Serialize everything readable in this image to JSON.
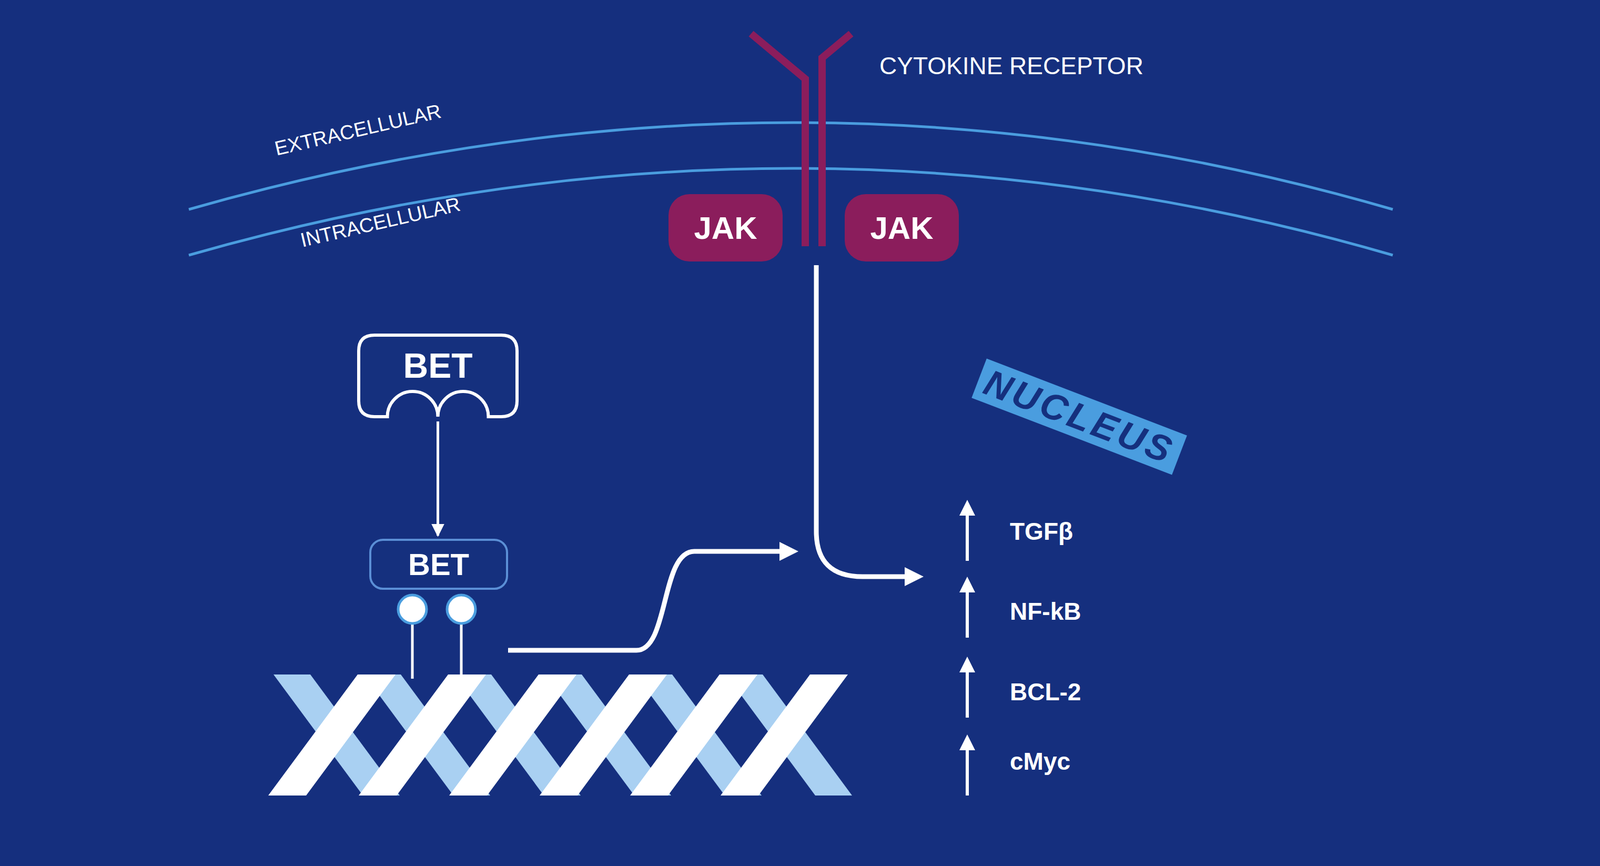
{
  "diagram": {
    "nodes": [
      {
        "text": [
          "JAK"
        ]
      },
      {
        "text": [
          "JAK"
        ]
      },
      {
        "text": [
          "BET"
        ]
      },
      {
        "text": [
          "NUCLEUS"
        ]
      },
      {
        "text": [
          "BET"
        ],
        "in": 3
      }
    ],
    "edges": [
      {
        "from": 2,
        "to": 4,
        "arrow": "to"
      }
    ],
    "labels": [
      "EXTRACELLULAR",
      "INTRACELLULAR",
      "CYTOKINE RECEPTOR",
      "TGFβ",
      "NF-kB",
      "BCL-2",
      "cMyc"
    ]
  }
}
